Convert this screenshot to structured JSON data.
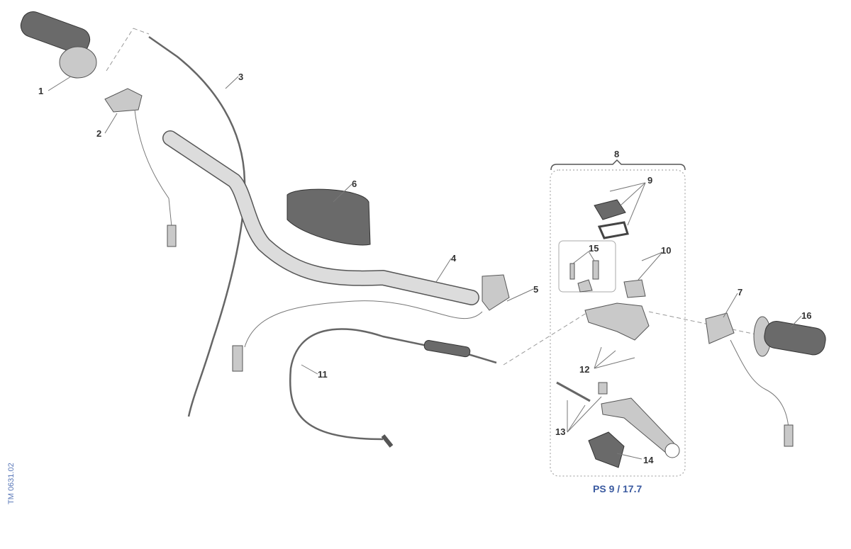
{
  "diagram": {
    "callouts": [
      "1",
      "2",
      "3",
      "4",
      "5",
      "6",
      "7",
      "8",
      "9",
      "10",
      "11",
      "12",
      "13",
      "14",
      "15",
      "16"
    ],
    "reference": "PS 9 / 17.7",
    "drawing_code": "TM 0631.02"
  },
  "colors": {
    "reference_text": "#3a5aa0",
    "label_text": "#333333"
  }
}
